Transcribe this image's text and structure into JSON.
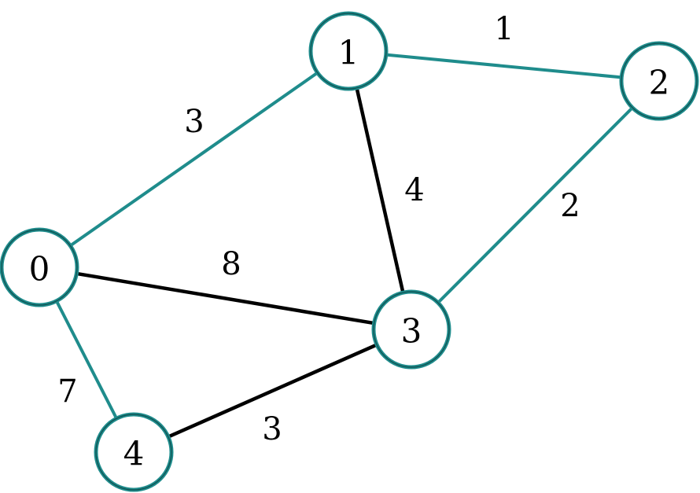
{
  "colors": {
    "highlight": "#1f8c8c",
    "normal": "#000000",
    "node_fill": "#ffffff"
  },
  "nodes": [
    {
      "id": "0",
      "label": "0"
    },
    {
      "id": "1",
      "label": "1"
    },
    {
      "id": "2",
      "label": "2"
    },
    {
      "id": "3",
      "label": "3"
    },
    {
      "id": "4",
      "label": "4"
    }
  ],
  "edges": [
    {
      "from": "0",
      "to": "1",
      "weight": "3",
      "highlighted": true
    },
    {
      "from": "1",
      "to": "2",
      "weight": "1",
      "highlighted": true
    },
    {
      "from": "1",
      "to": "3",
      "weight": "4",
      "highlighted": false
    },
    {
      "from": "2",
      "to": "3",
      "weight": "2",
      "highlighted": true
    },
    {
      "from": "0",
      "to": "3",
      "weight": "8",
      "highlighted": false
    },
    {
      "from": "0",
      "to": "4",
      "weight": "7",
      "highlighted": true
    },
    {
      "from": "4",
      "to": "3",
      "weight": "3",
      "highlighted": false
    }
  ]
}
